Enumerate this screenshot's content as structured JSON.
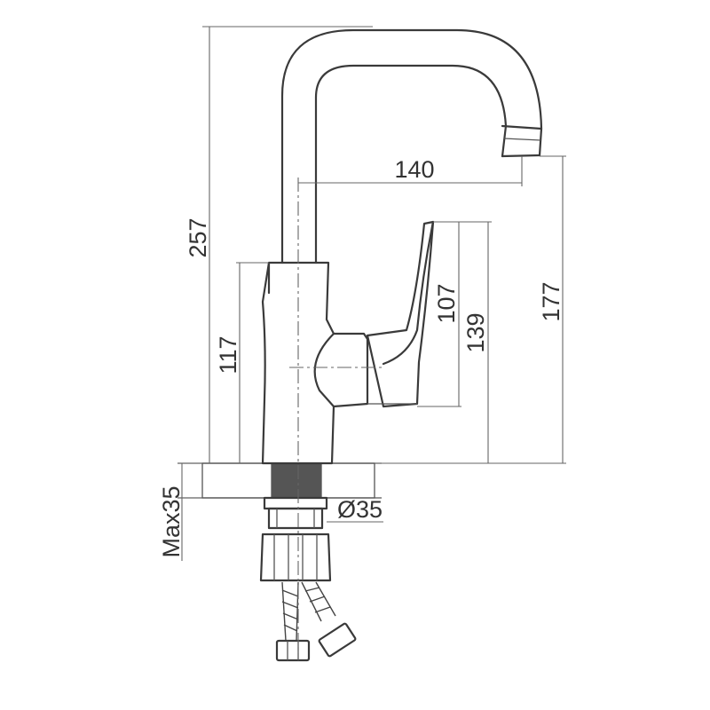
{
  "dimensions": {
    "height_total": "257",
    "body_height": "117",
    "max_thickness": "Max35",
    "spout_reach": "140",
    "lever_height": "107",
    "lever_top_height": "139",
    "spout_height": "177",
    "hole_diameter": "Ø35"
  },
  "colors": {
    "line": "#3a3a3a",
    "hatch": "#555555",
    "dark_core": "#555555"
  }
}
